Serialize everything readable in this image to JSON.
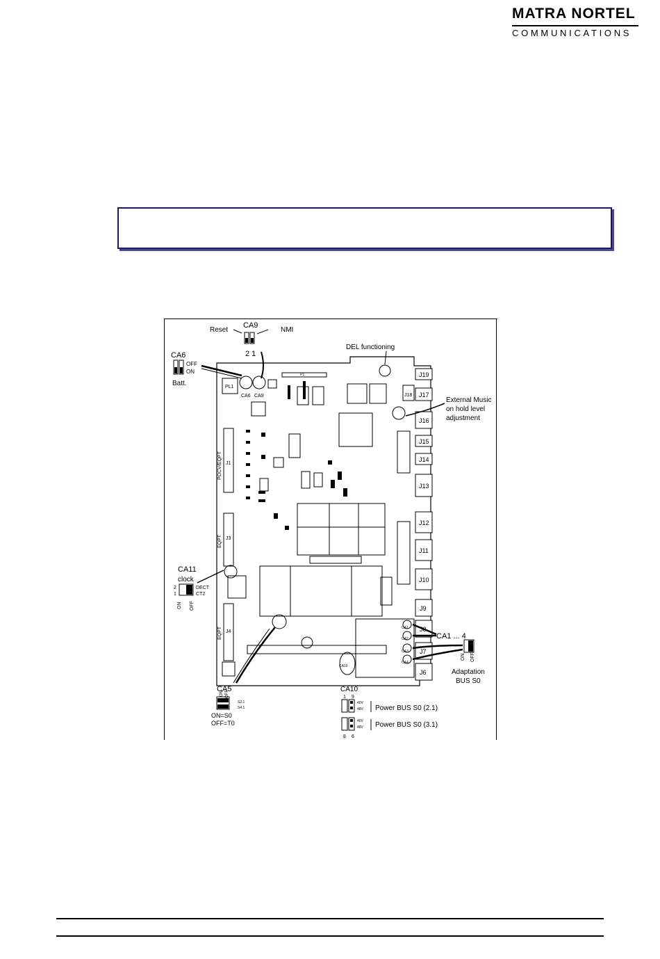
{
  "logo": {
    "brand": "MATRA NORTEL",
    "sub": "COMMUNICATIONS"
  },
  "figure": {
    "top_labels": {
      "reset": "Reset",
      "ca9": "CA9",
      "nmi": "NMI",
      "pins": "2 1",
      "del": "DEL functioning"
    },
    "ca6": {
      "name": "CA6",
      "off": "OFF",
      "on": "ON",
      "batt": "Batt."
    },
    "music": {
      "line1": "External Music",
      "line2": "on hold level",
      "line3": "adjustment"
    },
    "ca11": {
      "name": "CA11",
      "clock": "clock",
      "p2": "2",
      "p1": "1",
      "dect": "DECT",
      "ct2": "CT2",
      "on": "ON",
      "off": "OFF"
    },
    "ca1_4": {
      "name": "CA1 ... 4",
      "on": "ON",
      "off": "OFF",
      "adapt1": "Adaptation",
      "adapt2": "BUS S0"
    },
    "ca5": {
      "name": "CA5",
      "on": "ON",
      "off": "OFF",
      "s2": "S2.1",
      "s4": "S4.1",
      "on_s0": "ON=S0",
      "off_t0": "OFF=T0"
    },
    "ca10": {
      "name": "CA10",
      "n1": "1",
      "n9": "9",
      "n8": "8",
      "n6": "6",
      "v40": "40V",
      "v48": "48V",
      "power21": "Power BUS S0 (2.1)",
      "power31": "Power BUS S0 (3.1)"
    },
    "board": {
      "connectors": [
        "J19",
        "J17",
        "J18",
        "J16",
        "J15",
        "J14",
        "J13",
        "J12",
        "J11",
        "J10",
        "J9",
        "J8",
        "J7",
        "J6"
      ],
      "slots": {
        "j1": "J1",
        "j1_side": "POCV/EQPT",
        "j3": "J3",
        "j3_side": "EQPT",
        "j4": "J4",
        "j4_side": "EQPT"
      },
      "silk": {
        "pl1": "PL1",
        "ca6": "CA6",
        "ca9": "CA9",
        "p1": "P1",
        "ca1": "CA1",
        "ca2": "CA2",
        "ca3": "CA3",
        "ca4": "CA4",
        "ca10": "CA10"
      }
    }
  }
}
